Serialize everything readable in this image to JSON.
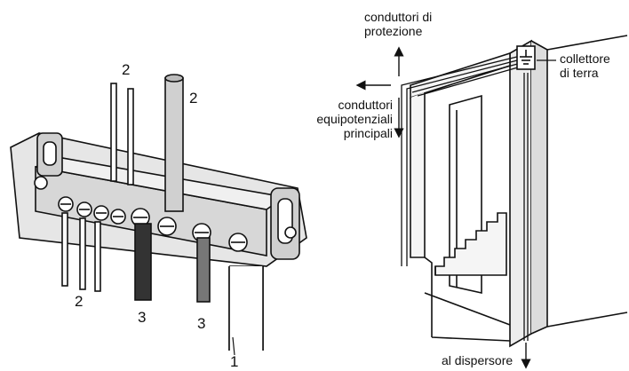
{
  "labels": {
    "conduttori_protezione": "conduttori di\nprotezione",
    "collettore_terra": "collettore\ndi terra",
    "conduttori_equipotenziali": "conduttori\nequipotenziali\nprincipali",
    "al_dispersore": "al dispersore",
    "n1": "1",
    "n2_top": "2",
    "n2_mid": "2",
    "n2_low": "2",
    "n3_a": "3",
    "n3_b": "3"
  },
  "icons": {
    "earth_symbol": "ground-icon"
  }
}
